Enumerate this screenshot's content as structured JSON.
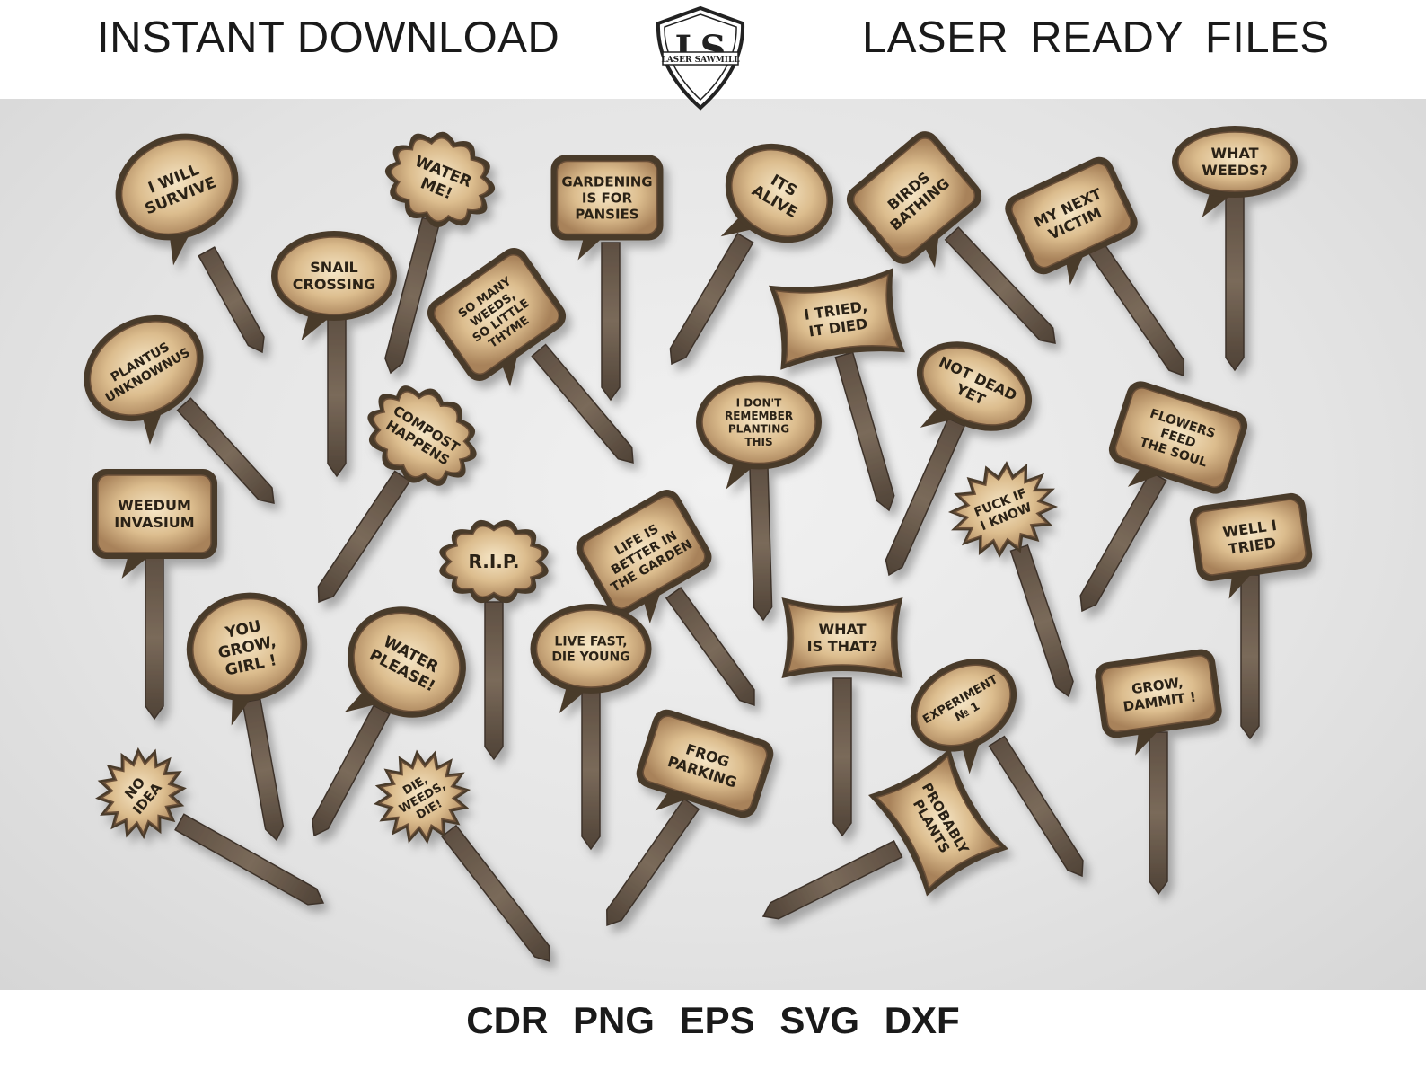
{
  "header": {
    "left_text": "INSTANT DOWNLOAD",
    "right_text": "LASER READY FILES"
  },
  "logo": {
    "initials": "LS",
    "brand": "LASER SAWMILL",
    "icon": "shield-logo-icon"
  },
  "footer": {
    "formats": "CDR PNG EPS SVG DXF"
  },
  "colors": {
    "background": "#e6e6e6",
    "wood_light": "#e9d2a8",
    "wood_dark": "#8a6a48",
    "stake": "#6b5a4a",
    "border": "#4a3a2c"
  },
  "signs": [
    {
      "id": "i-will-survive",
      "shape": "speech-oval",
      "lines": [
        "I WILL",
        "SURVIVE"
      ]
    },
    {
      "id": "water-me",
      "shape": "cloud",
      "lines": [
        "WATER",
        "ME!"
      ]
    },
    {
      "id": "gardening-is-for-pansies",
      "shape": "speech-rect",
      "lines": [
        "GARDENING",
        "IS FOR",
        "PANSIES"
      ]
    },
    {
      "id": "its-alive",
      "shape": "speech-oval",
      "lines": [
        "ITS",
        "ALIVE"
      ]
    },
    {
      "id": "birds-bathing",
      "shape": "speech-rect",
      "lines": [
        "BIRDS",
        "BATHING"
      ]
    },
    {
      "id": "my-next-victim",
      "shape": "speech-rect",
      "lines": [
        "MY NEXT",
        "VICTIM"
      ]
    },
    {
      "id": "what-weeds",
      "shape": "speech-oval",
      "lines": [
        "WHAT",
        "WEEDS?"
      ]
    },
    {
      "id": "snail-crossing",
      "shape": "speech-oval",
      "lines": [
        "SNAIL",
        "CROSSING"
      ]
    },
    {
      "id": "so-many-weeds",
      "shape": "speech-rect",
      "lines": [
        "SO MANY",
        "WEEDS,",
        "SO LITTLE",
        "THYME"
      ]
    },
    {
      "id": "i-tried-it-died",
      "shape": "scroll",
      "lines": [
        "I TRIED,",
        "IT DIED"
      ]
    },
    {
      "id": "plantus-unknownus",
      "shape": "speech-oval",
      "lines": [
        "PLANTUS",
        "UNKNOWNUS"
      ]
    },
    {
      "id": "compost-happens",
      "shape": "cloud",
      "lines": [
        "COMPOST",
        "HAPPENS"
      ]
    },
    {
      "id": "i-dont-remember",
      "shape": "speech-oval",
      "lines": [
        "I DON'T",
        "REMEMBER",
        "PLANTING",
        "THIS"
      ]
    },
    {
      "id": "not-dead-yet",
      "shape": "speech-oval",
      "lines": [
        "NOT DEAD",
        "YET"
      ]
    },
    {
      "id": "flowers-feed-the-soul",
      "shape": "speech-rect",
      "lines": [
        "FLOWERS",
        "FEED",
        "THE SOUL"
      ]
    },
    {
      "id": "weedum-invasium",
      "shape": "speech-rect",
      "lines": [
        "WEEDUM",
        "INVASIUM"
      ]
    },
    {
      "id": "fuck-if-i-know",
      "shape": "burst",
      "lines": [
        "FUCK IF",
        "I KNOW"
      ]
    },
    {
      "id": "rip",
      "shape": "cloud",
      "lines": [
        "R.I.P."
      ]
    },
    {
      "id": "life-is-better",
      "shape": "speech-rect",
      "lines": [
        "LIFE IS",
        "BETTER IN",
        "THE GARDEN"
      ]
    },
    {
      "id": "well-i-tried",
      "shape": "speech-rect",
      "lines": [
        "WELL I",
        "TRIED"
      ]
    },
    {
      "id": "you-grow-girl",
      "shape": "speech-oval",
      "lines": [
        "YOU",
        "GROW,",
        "GIRL !"
      ]
    },
    {
      "id": "water-please",
      "shape": "speech-oval",
      "lines": [
        "WATER",
        "PLEASE!"
      ]
    },
    {
      "id": "live-fast-die-young",
      "shape": "speech-oval",
      "lines": [
        "LIVE FAST,",
        "DIE YOUNG"
      ]
    },
    {
      "id": "what-is-that",
      "shape": "scroll",
      "lines": [
        "WHAT",
        "IS THAT?"
      ]
    },
    {
      "id": "grow-dammit",
      "shape": "speech-rect",
      "lines": [
        "GROW,",
        "DAMMIT !"
      ]
    },
    {
      "id": "experiment-no-1",
      "shape": "speech-oval",
      "lines": [
        "EXPERIMENT",
        "№ 1"
      ]
    },
    {
      "id": "no-idea",
      "shape": "burst",
      "lines": [
        "NO",
        "IDEA"
      ]
    },
    {
      "id": "die-weeds-die",
      "shape": "burst",
      "lines": [
        "DIE,",
        "WEEDS,",
        "DIE!"
      ]
    },
    {
      "id": "frog-parking",
      "shape": "speech-rect",
      "lines": [
        "FROG",
        "PARKING"
      ]
    },
    {
      "id": "probably-plants",
      "shape": "scroll",
      "lines": [
        "PROBABLY",
        "PLANTS"
      ]
    }
  ]
}
